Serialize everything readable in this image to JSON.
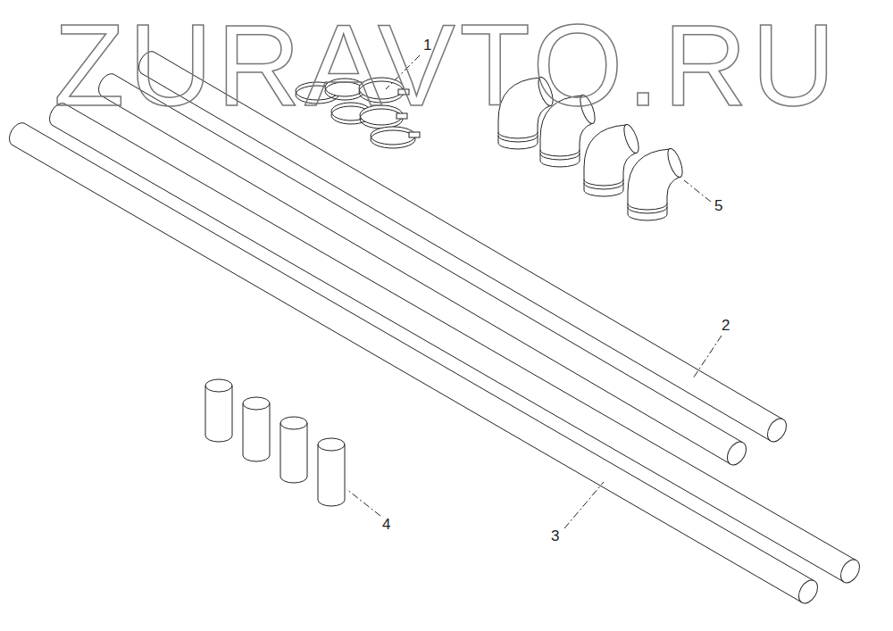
{
  "diagram": {
    "labels": [
      "ZURAVTO.RU",
      "1",
      "5",
      "2",
      "3",
      "4"
    ]
  }
}
